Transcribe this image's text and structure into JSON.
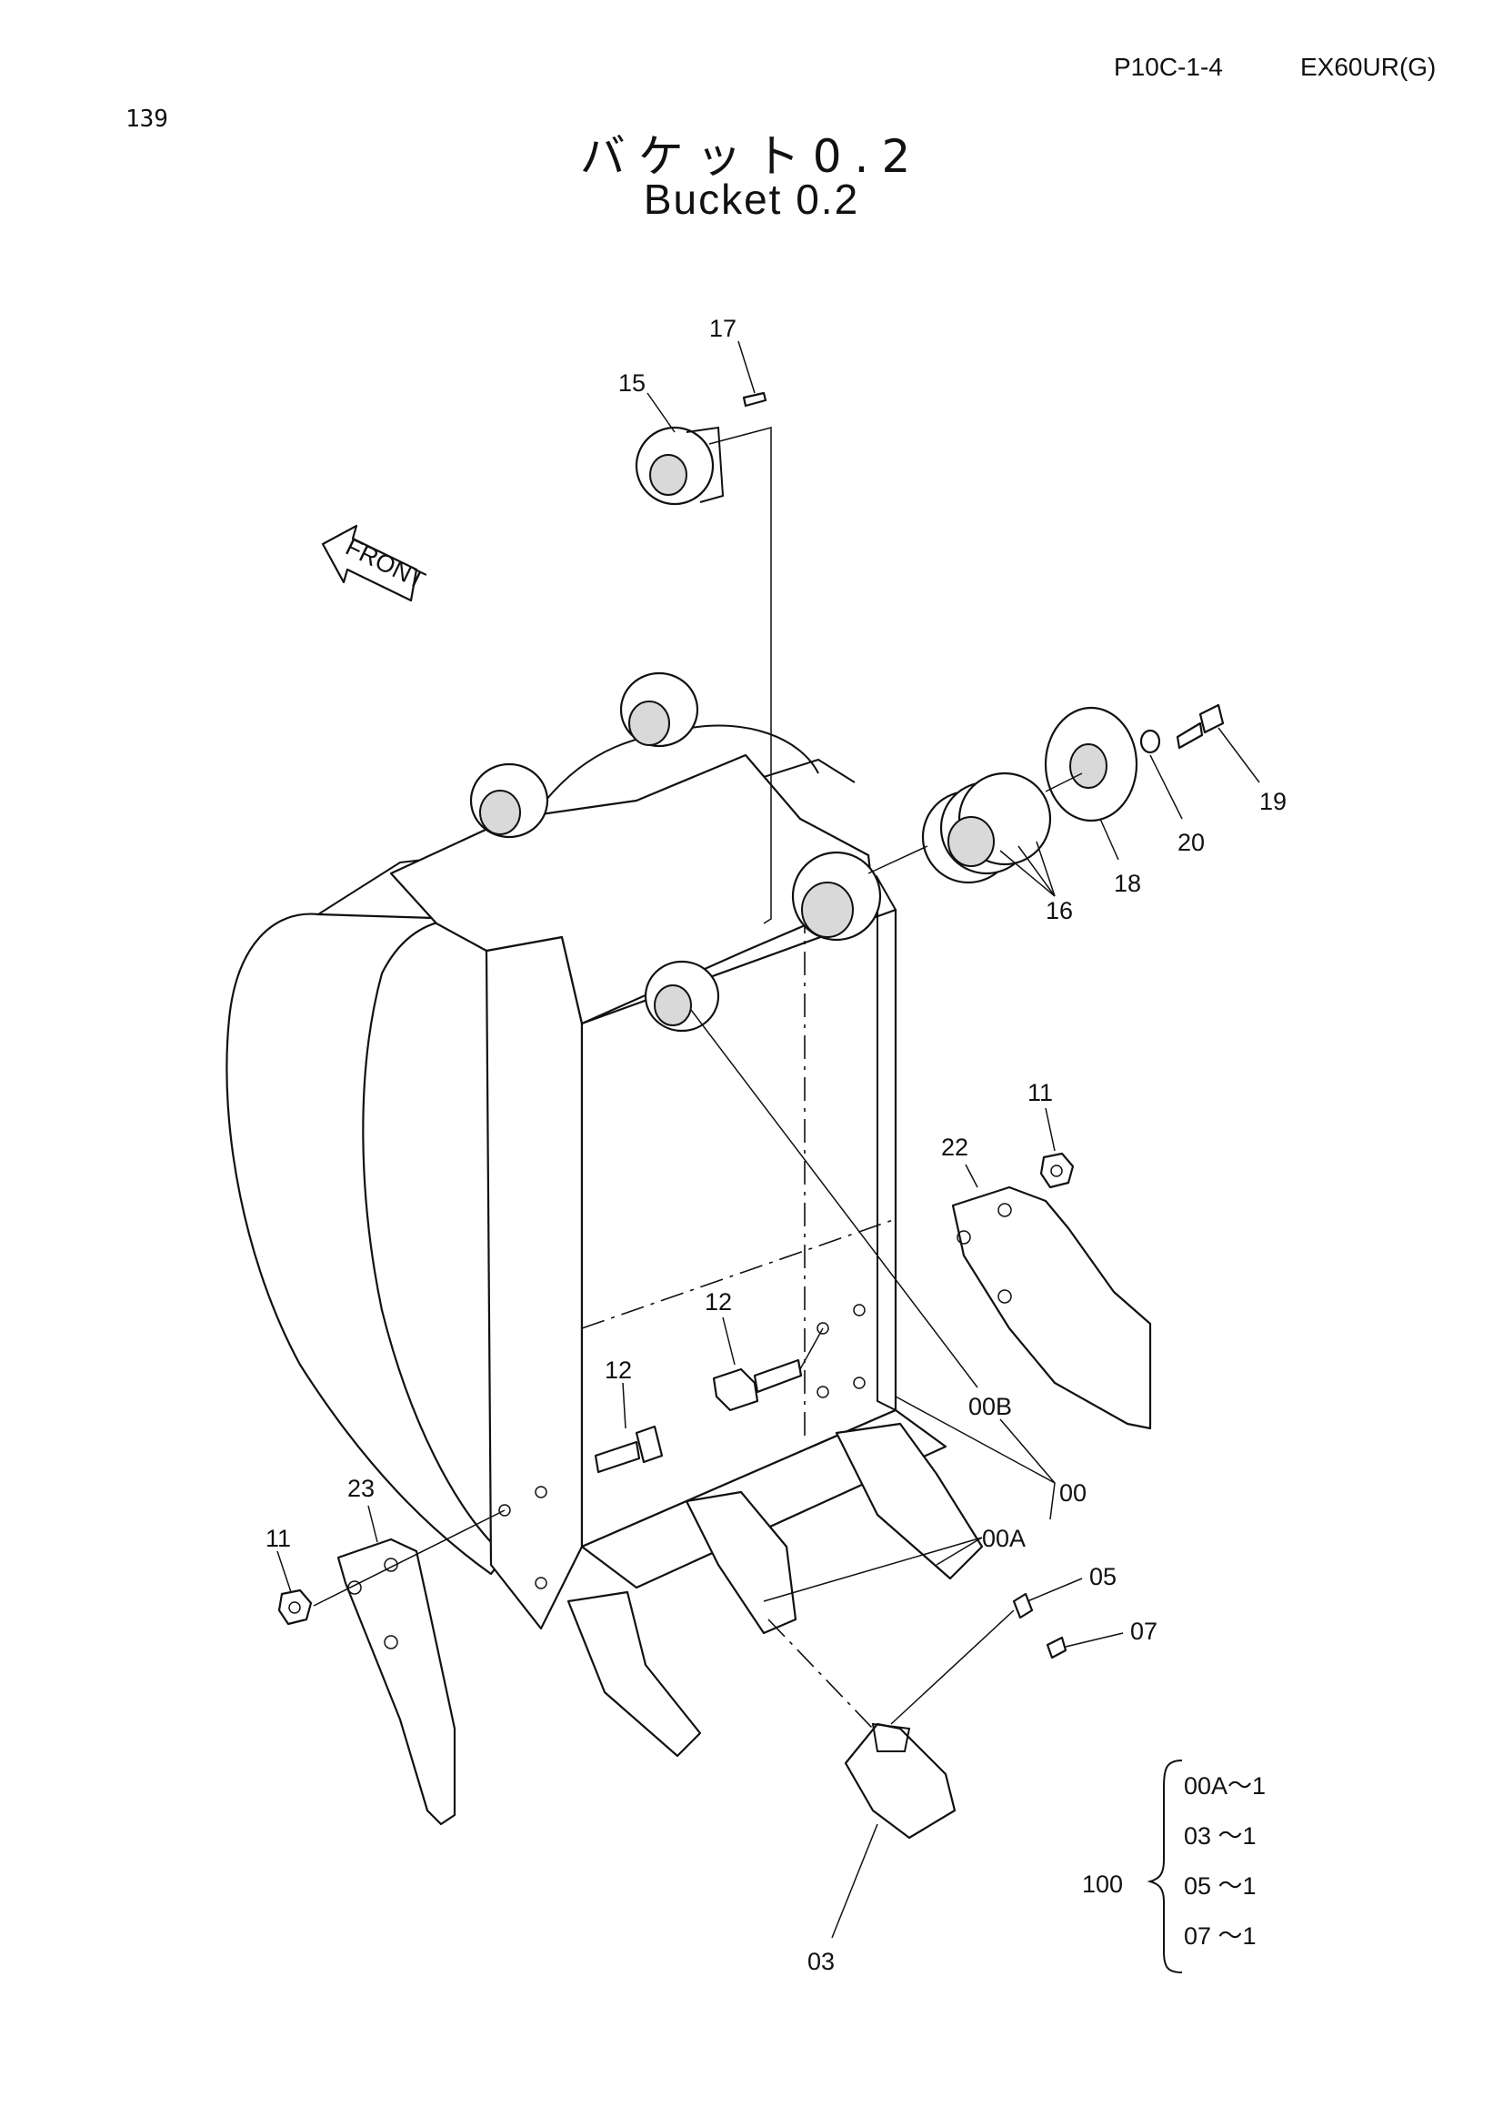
{
  "header": {
    "page_code": "P10C-1-4",
    "model": "EX60UR(G)",
    "page_number": "139"
  },
  "title": {
    "japanese": "バケット0.2",
    "english": "Bucket 0.2"
  },
  "front_label": "FRONT",
  "callouts": {
    "c17": "17",
    "c15": "15",
    "c19": "19",
    "c20": "20",
    "c18": "18",
    "c16": "16",
    "c11a": "11",
    "c22": "22",
    "c12a": "12",
    "c12b": "12",
    "c00b": "00B",
    "c00": "00",
    "c00a": "00A",
    "c23": "23",
    "c11b": "11",
    "c05": "05",
    "c07": "07",
    "c03": "03"
  },
  "kit": {
    "label": "100",
    "items": [
      "00A～1",
      "03 ～1",
      "05 ～1",
      "07 ～1"
    ]
  }
}
